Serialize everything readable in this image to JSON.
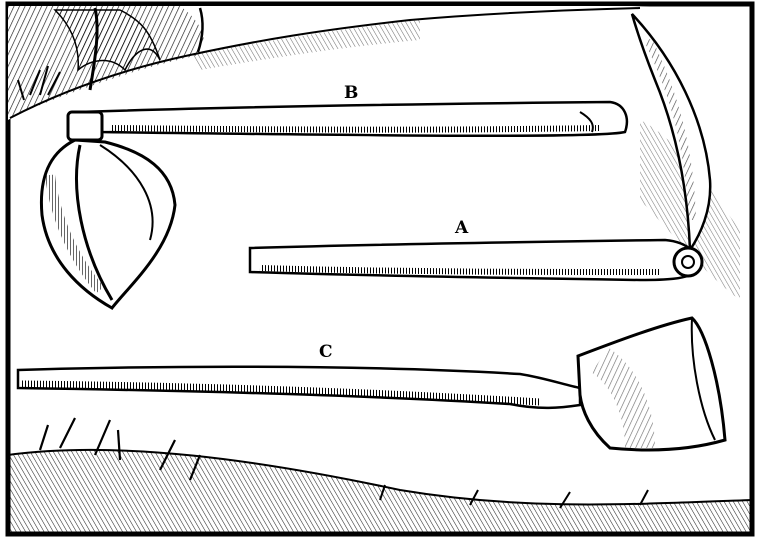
{
  "labels": {
    "b": "B",
    "a": "A",
    "c": "C"
  },
  "colors": {
    "ink": "#000000",
    "paper": "#ffffff"
  },
  "illustration": {
    "style": "woodcut",
    "tools": [
      "scythe",
      "mattock",
      "shovel"
    ],
    "decoration": [
      "grass-tuft",
      "ground-hatching",
      "shrub"
    ]
  }
}
